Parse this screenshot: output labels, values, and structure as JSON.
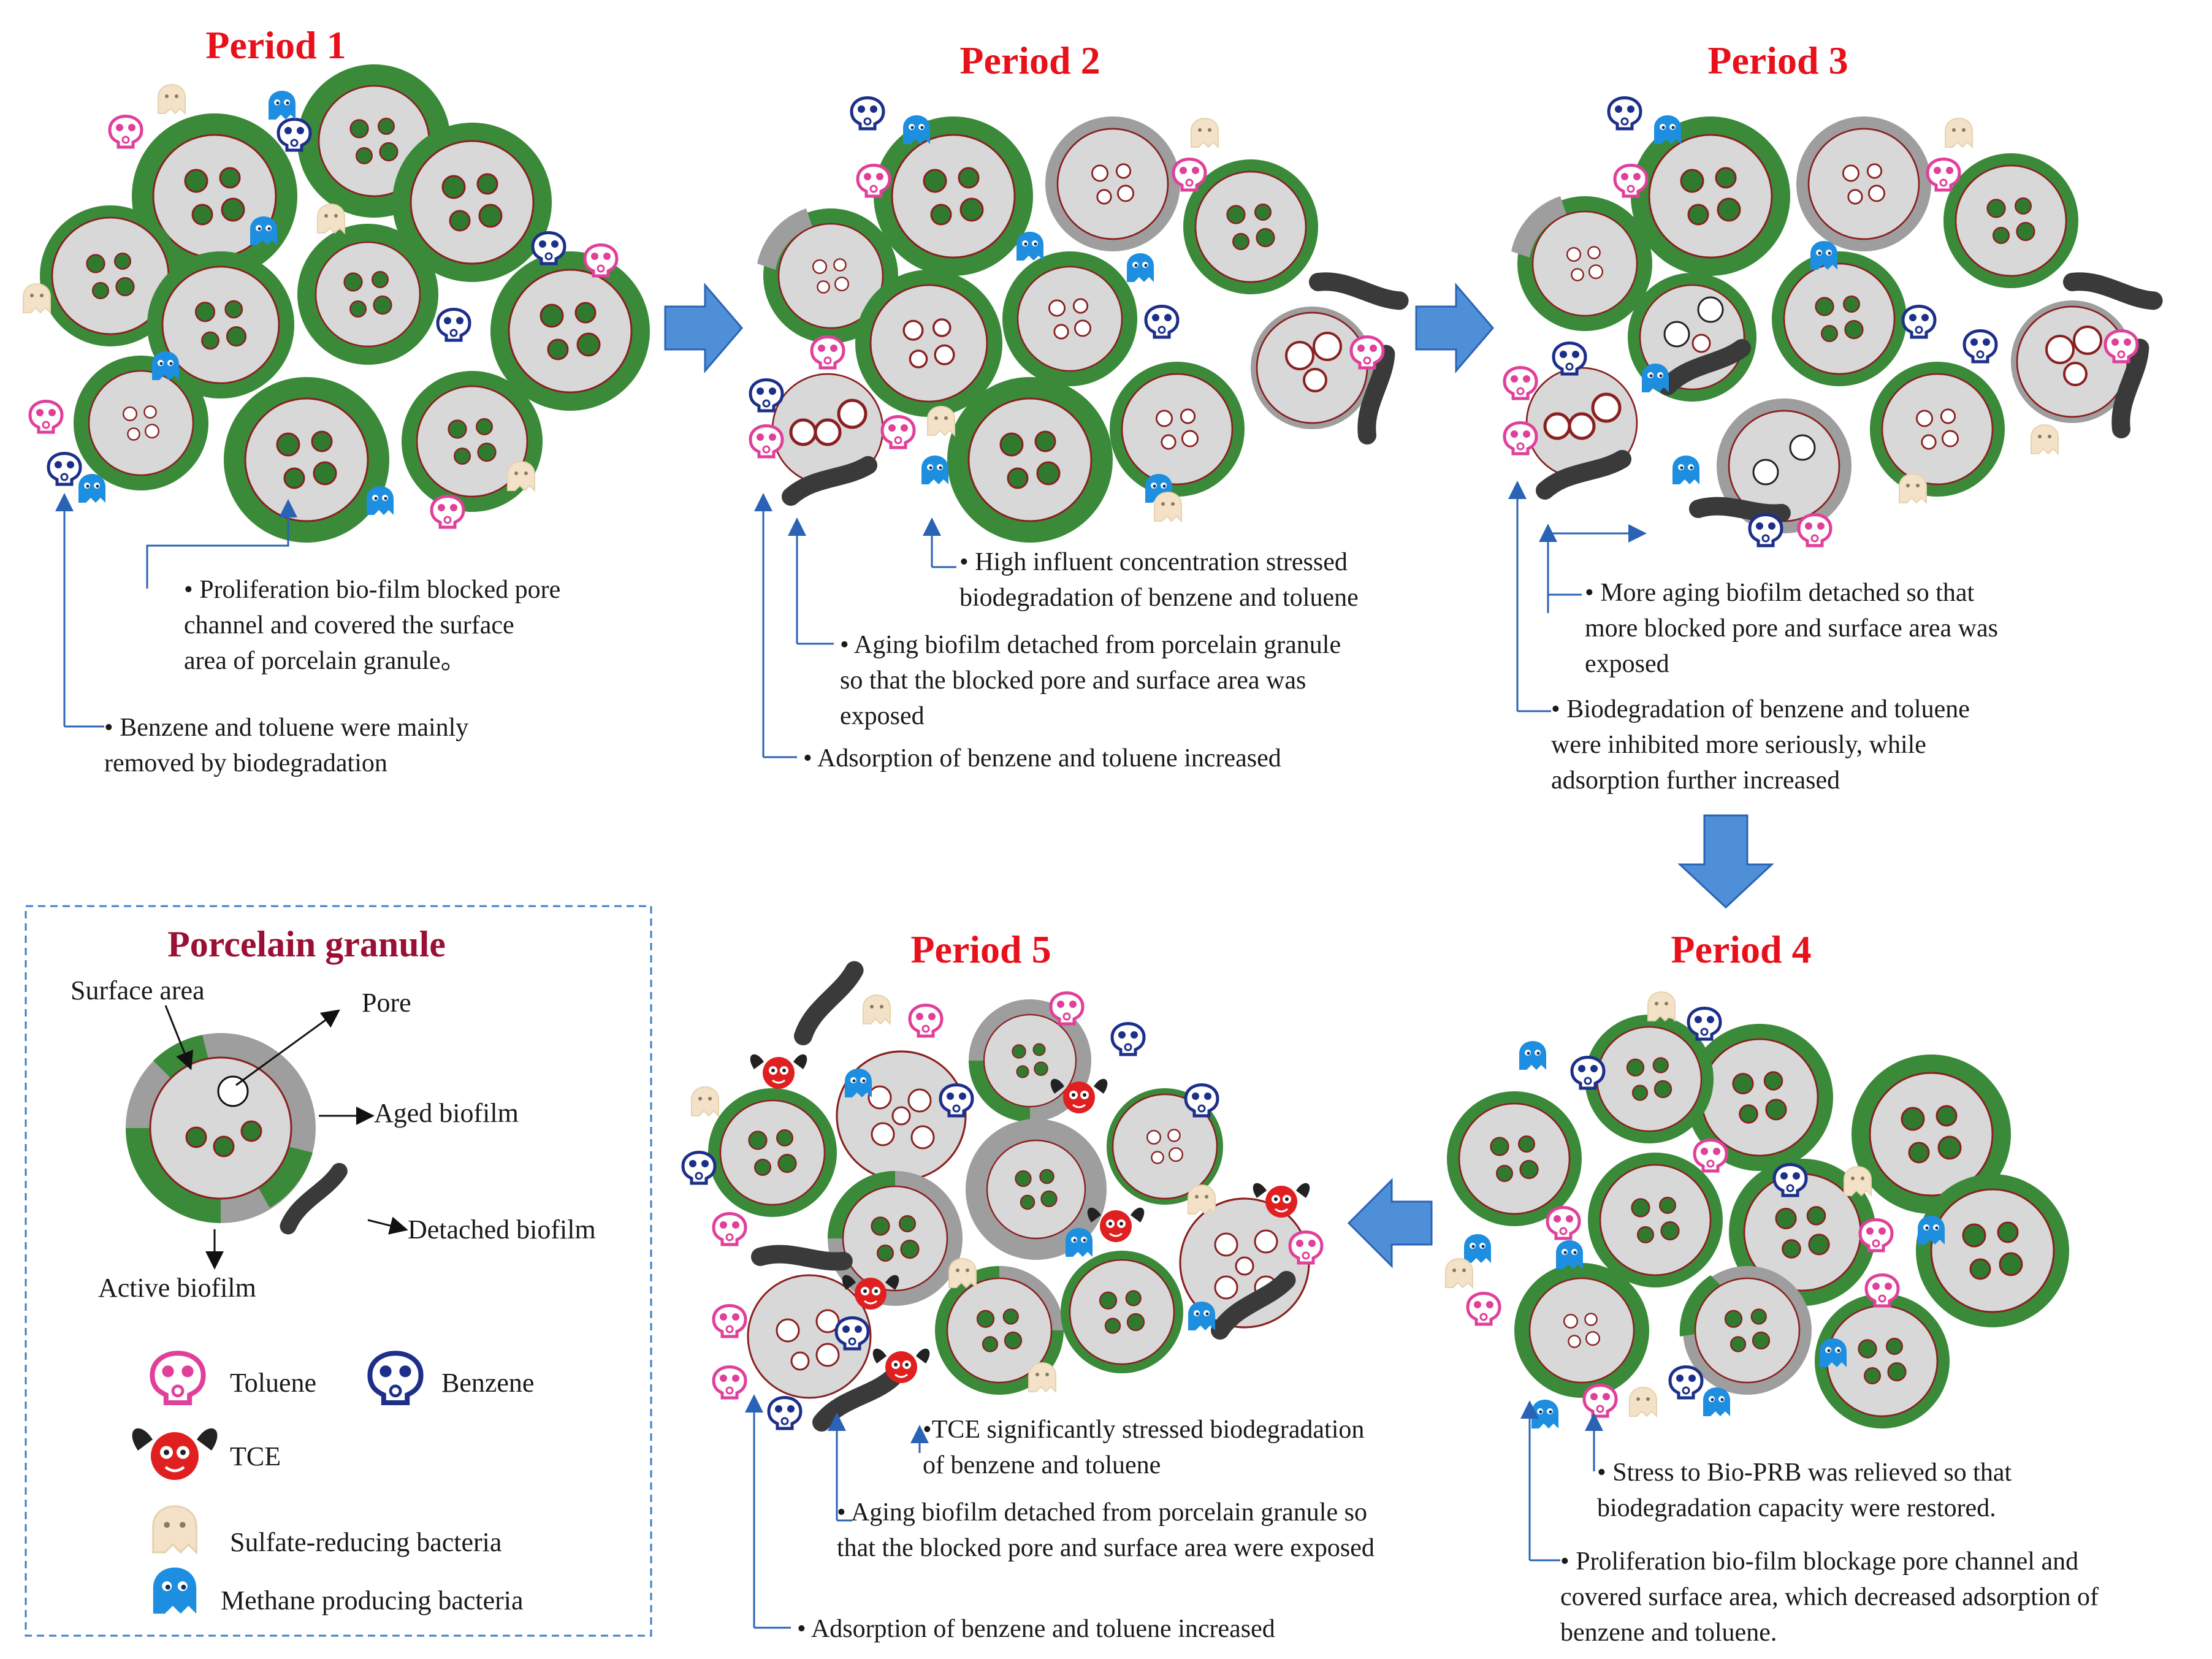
{
  "periods": [
    {
      "title": "Period 1"
    },
    {
      "title": "Period 2"
    },
    {
      "title": "Period 3"
    },
    {
      "title": "Period 4"
    },
    {
      "title": "Period 5"
    }
  ],
  "notes": {
    "p1a": [
      "• Proliferation bio-film blocked pore",
      "channel and covered the surface",
      "area of porcelain granule。"
    ],
    "p1b": [
      "• Benzene and toluene were mainly",
      "removed by biodegradation"
    ],
    "p2a": [
      "• High influent concentration stressed",
      "biodegradation of benzene and toluene"
    ],
    "p2b": [
      "• Aging biofilm detached from porcelain granule",
      "so that the blocked pore and surface area was",
      "exposed"
    ],
    "p2c": [
      "• Adsorption of benzene and toluene increased"
    ],
    "p3a": [
      "• More aging biofilm detached so that",
      "more blocked pore and surface area was",
      "exposed"
    ],
    "p3b": [
      "• Biodegradation of benzene and toluene",
      "were inhibited more seriously, while",
      "adsorption further increased"
    ],
    "p4a": [
      "• Stress to Bio-PRB was relieved so that",
      "biodegradation capacity were restored."
    ],
    "p4b": [
      "• Proliferation bio-film blockage pore channel and",
      "covered surface area, which decreased adsorption of",
      "benzene and toluene."
    ],
    "p5a": [
      "•TCE significantly stressed biodegradation",
      "of benzene and toluene"
    ],
    "p5b": [
      "• Aging biofilm detached from porcelain granule so",
      "that the blocked pore and surface area were exposed"
    ],
    "p5c": [
      "• Adsorption of benzene and toluene increased"
    ]
  },
  "legend": {
    "title": "Porcelain granule",
    "surface_area": "Surface area",
    "pore": "Pore",
    "aged_biofilm": "Aged biofilm",
    "detached_biofilm": "Detached biofilm",
    "active_biofilm": "Active biofilm",
    "toluene": "Toluene",
    "benzene": "Benzene",
    "tce": "TCE",
    "srb": "Sulfate-reducing bacteria",
    "mpb": "Methane producing bacteria"
  },
  "colors": {
    "title_red": "#e8101a",
    "legend_title": "#9a1034",
    "arrow_blue": "#4f8fd8",
    "active_biofilm": "#3a8a3a",
    "aged_biofilm": "#a0a0a0",
    "granule": "#d8d8d8",
    "granule_rim": "#8a2020",
    "toluene": "#e0409a",
    "benzene": "#1c2f8a",
    "tce": "#e02020",
    "srb": "#f3e2c8",
    "mpb": "#1e8ee0",
    "detached": "#3a3a3a",
    "leader": "#2a63b5"
  }
}
